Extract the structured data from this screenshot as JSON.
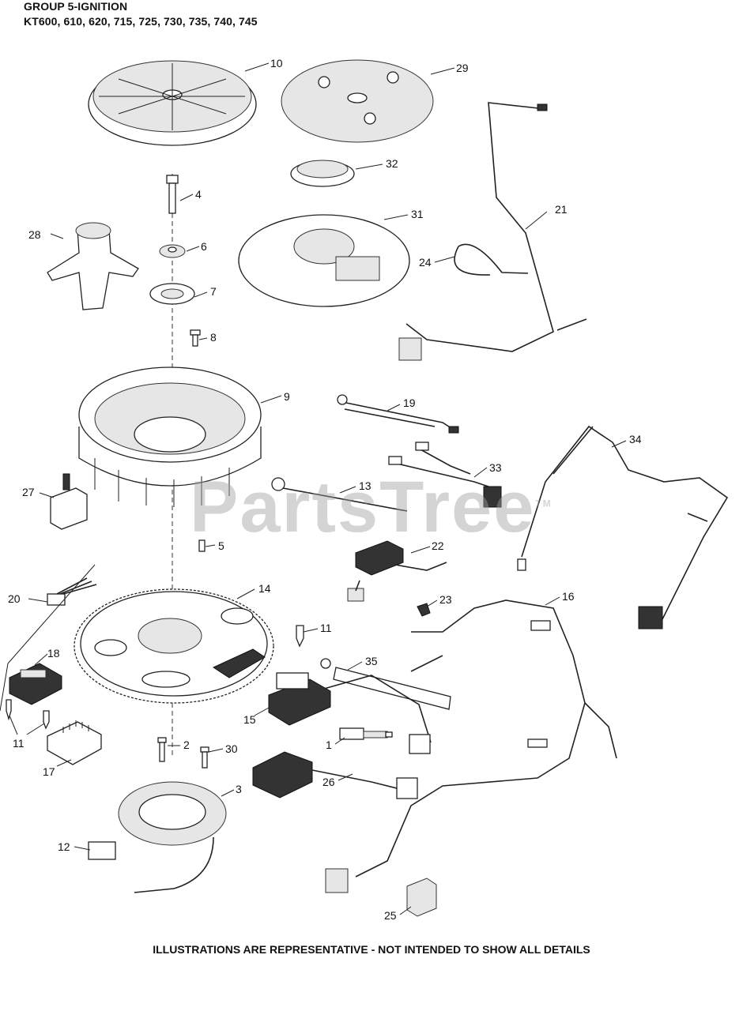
{
  "header": {
    "title_line1": "GROUP 5-IGNITION",
    "title_line2": "KT600, 610, 620, 715, 725, 730, 735, 740, 745"
  },
  "watermark": "PartsTree",
  "trademark": "TM",
  "footer": "ILLUSTRATIONS ARE REPRESENTATIVE - NOT INTENDED TO SHOW ALL DETAILS",
  "callouts": {
    "n1": "1",
    "n2": "2",
    "n3": "3",
    "n4": "4",
    "n5": "5",
    "n6": "6",
    "n7": "7",
    "n8": "8",
    "n9": "9",
    "n10": "10",
    "n11a": "11",
    "n11b": "11",
    "n12": "12",
    "n13": "13",
    "n14": "14",
    "n15": "15",
    "n16": "16",
    "n17": "17",
    "n18": "18",
    "n19": "19",
    "n20": "20",
    "n21": "21",
    "n22": "22",
    "n23": "23",
    "n24": "24",
    "n25": "25",
    "n26": "26",
    "n27": "27",
    "n28": "28",
    "n29": "29",
    "n30": "30",
    "n31": "31",
    "n32": "32",
    "n33": "33",
    "n34": "34",
    "n35": "35"
  }
}
